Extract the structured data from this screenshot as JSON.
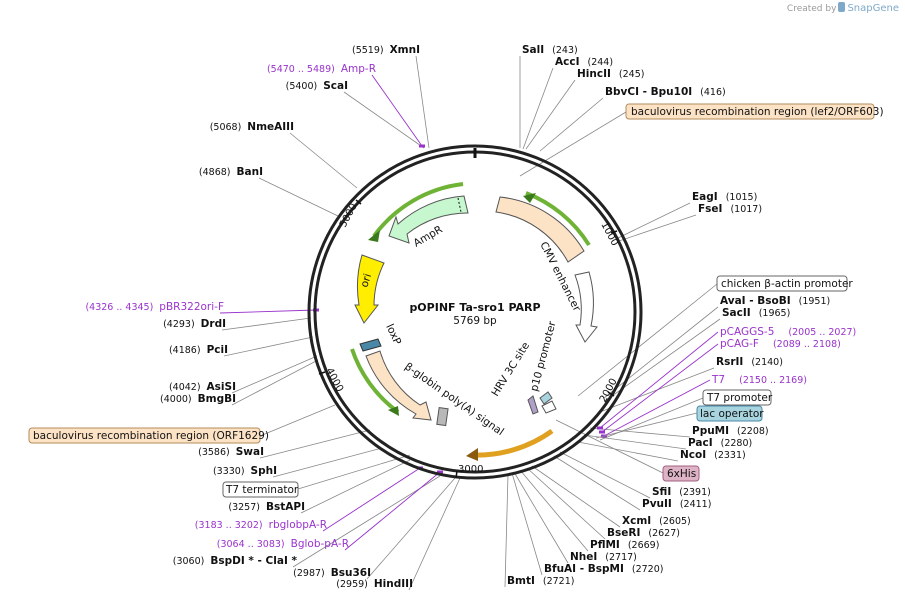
{
  "watermark": {
    "prefix": "Created by",
    "brand": "SnapGene"
  },
  "plasmid": {
    "name": "pOPINF Ta-sro1 PARP",
    "size": "5769 bp"
  },
  "ticks": [
    "1000",
    "2000",
    "3000",
    "4000",
    "5000"
  ],
  "sites": [
    {
      "name": "XmnI",
      "pos": "(5519)"
    },
    {
      "name": "ScaI",
      "pos": "(5400)"
    },
    {
      "name": "NmeAIII",
      "pos": "(5068)"
    },
    {
      "name": "BanI",
      "pos": "(4868)"
    },
    {
      "name": "DrdI",
      "pos": "(4293)"
    },
    {
      "name": "PciI",
      "pos": "(4186)"
    },
    {
      "name": "AsiSI",
      "pos": "(4042)"
    },
    {
      "name": "BmgBI",
      "pos": "(4000)"
    },
    {
      "name": "SwaI",
      "pos": "(3586)"
    },
    {
      "name": "SphI",
      "pos": "(3330)"
    },
    {
      "name": "BstAPI",
      "pos": "(3257)"
    },
    {
      "name": "BspDI * - ClaI *",
      "pos": "(3060)"
    },
    {
      "name": "Bsu36I",
      "pos": "(2987)"
    },
    {
      "name": "HindIII",
      "pos": "(2959)"
    },
    {
      "name": "SalI",
      "pos": "(243)"
    },
    {
      "name": "AccI",
      "pos": "(244)"
    },
    {
      "name": "HincII",
      "pos": "(245)"
    },
    {
      "name": "BbvCI - Bpu10I",
      "pos": "(416)"
    },
    {
      "name": "EagI",
      "pos": "(1015)"
    },
    {
      "name": "FseI",
      "pos": "(1017)"
    },
    {
      "name": "AvaI - BsoBI",
      "pos": "(1951)"
    },
    {
      "name": "SacII",
      "pos": "(1965)"
    },
    {
      "name": "RsrII",
      "pos": "(2140)"
    },
    {
      "name": "PpuMI",
      "pos": "(2208)"
    },
    {
      "name": "PacI",
      "pos": "(2280)"
    },
    {
      "name": "NcoI",
      "pos": "(2331)"
    },
    {
      "name": "SfiI",
      "pos": "(2391)"
    },
    {
      "name": "PvuII",
      "pos": "(2411)"
    },
    {
      "name": "XcmI",
      "pos": "(2605)"
    },
    {
      "name": "BseRI",
      "pos": "(2627)"
    },
    {
      "name": "PflMI",
      "pos": "(2669)"
    },
    {
      "name": "NheI",
      "pos": "(2717)"
    },
    {
      "name": "BfuAI - BspMI",
      "pos": "(2720)"
    },
    {
      "name": "BmtI",
      "pos": "(2721)"
    }
  ],
  "primers": [
    {
      "name": "Amp-R",
      "range": "(5470 .. 5489)"
    },
    {
      "name": "pBR322ori-F",
      "range": "(4326 .. 4345)"
    },
    {
      "name": "rbglobpA-R",
      "range": "(3183 .. 3202)"
    },
    {
      "name": "Bglob-pA-R",
      "range": "(3064 .. 3083)"
    },
    {
      "name": "pCAGGS-5",
      "range": "(2005 .. 2027)"
    },
    {
      "name": "pCAG-F",
      "range": "(2089 .. 2108)"
    },
    {
      "name": "T7",
      "range": "(2150 .. 2169)"
    }
  ],
  "boxes": [
    {
      "label": "baculovirus recombination region (lef2/ORF603)",
      "fill": "#fde3c6"
    },
    {
      "label": "baculovirus recombination region (ORF1629)",
      "fill": "#fde3c6"
    },
    {
      "label": "chicken β-actin promoter",
      "fill": "#ffffff"
    },
    {
      "label": "T7 promoter",
      "fill": "#ffffff"
    },
    {
      "label": "lac operator",
      "fill": "#a8d4e0"
    },
    {
      "label": "6xHis",
      "fill": "#ddb3c5"
    },
    {
      "label": "T7 terminator",
      "fill": "#ffffff"
    }
  ],
  "features": [
    {
      "label": "AmpR",
      "color": "#c6f7cf"
    },
    {
      "label": "ori",
      "color": "#ffee00"
    },
    {
      "label": "CMV enhancer",
      "color": "#fde3c6"
    },
    {
      "label": "loxP",
      "color": "#4a88a8"
    },
    {
      "label": "β-globin poly(A) signal",
      "color": "#fde3c6"
    },
    {
      "label": "HRV 3C site",
      "color": "#b0a0c8"
    },
    {
      "label": "p10 promoter",
      "color": "#ffffff"
    }
  ]
}
